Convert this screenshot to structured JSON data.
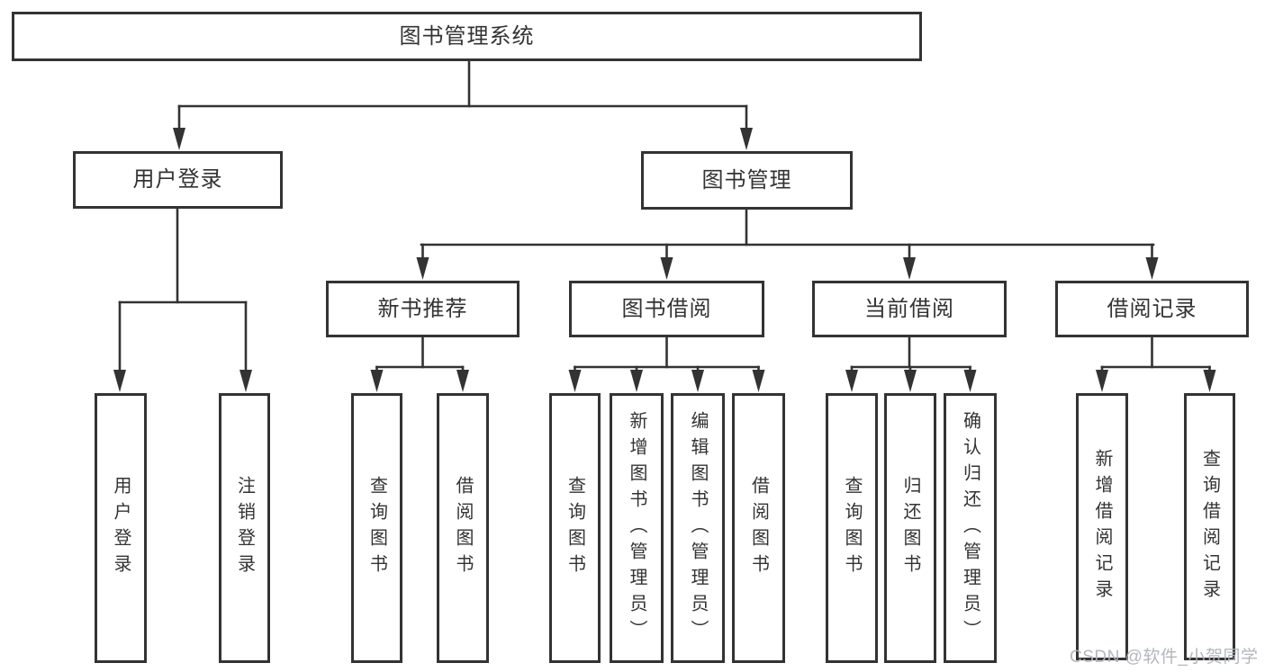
{
  "diagram": {
    "root": {
      "label": "图书管理系统"
    },
    "level2": [
      {
        "label": "用户登录"
      },
      {
        "label": "图书管理"
      }
    ],
    "level3": [
      {
        "label": "新书推荐"
      },
      {
        "label": "图书借阅"
      },
      {
        "label": "当前借阅"
      },
      {
        "label": "借阅记录"
      }
    ],
    "leaves": [
      {
        "label": "用户登录"
      },
      {
        "label": "注销登录"
      },
      {
        "label": "查询图书"
      },
      {
        "label": "借阅图书"
      },
      {
        "label": "查询图书"
      },
      {
        "label": "新增图书（管理员）"
      },
      {
        "label": "编辑图书（管理员）"
      },
      {
        "label": "借阅图书"
      },
      {
        "label": "查询图书"
      },
      {
        "label": "归还图书"
      },
      {
        "label": "确认归还（管理员）"
      },
      {
        "label": "新增借阅记录"
      },
      {
        "label": "查询借阅记录"
      }
    ],
    "colors": {
      "border": "#333333",
      "line": "#333333",
      "text": "#333333",
      "box_fill": "#ffffff",
      "watermark": "#afb3b8"
    }
  },
  "watermark": {
    "text": "CSDN @软件_小贺同学"
  }
}
